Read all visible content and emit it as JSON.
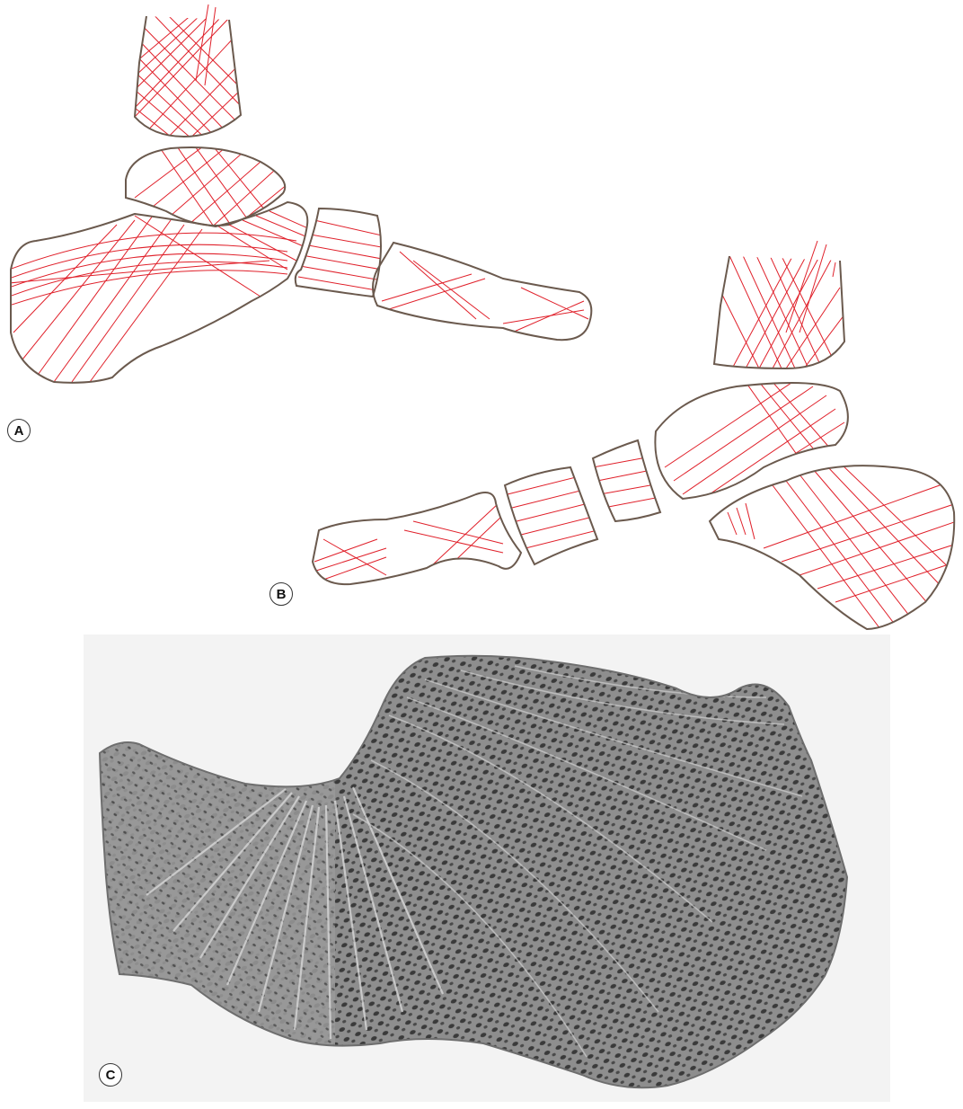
{
  "panels": [
    {
      "id": "A",
      "label": "A"
    },
    {
      "id": "B",
      "label": "B"
    },
    {
      "id": "C",
      "label": "C"
    }
  ],
  "colors": {
    "outline": "#6b5a4e",
    "trabecular_line": "#e0202a",
    "photo_bg": "#f3f3f3",
    "bone_gray": "#8e8e8e",
    "pore_dark": "#3a3a3a"
  }
}
